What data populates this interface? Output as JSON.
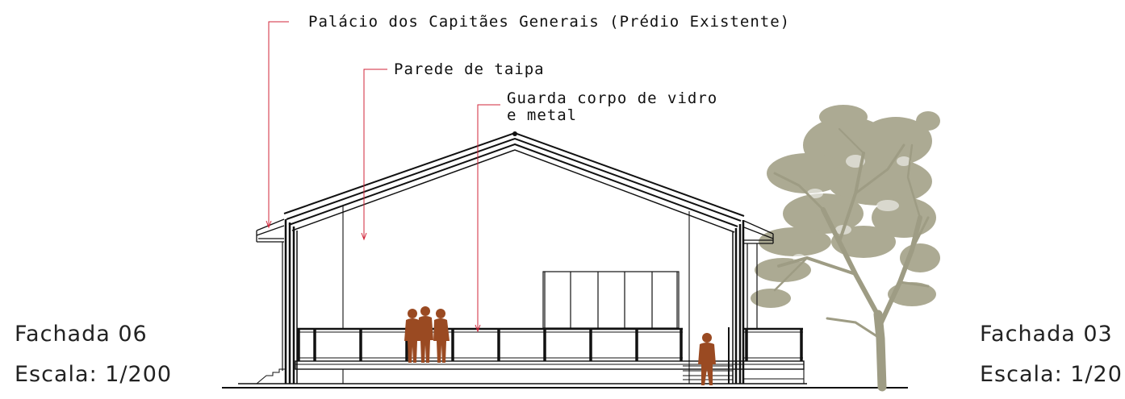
{
  "annotations": {
    "palace": "Palácio dos Capitães Generais (Prédio Existente)",
    "wall": "Parede de taipa",
    "railing_line1": "Guarda corpo de vidro",
    "railing_line2": "e metal"
  },
  "left_title": {
    "name": "Fachada 06",
    "scale": "Escala: 1/200"
  },
  "right_title": {
    "name": "Fachada 03",
    "scale": "Escala: 1/20"
  },
  "colors": {
    "leader": "#d1253a",
    "figure": "#9a4a22",
    "tree": "#a8a68e",
    "trunk": "#9e9c84",
    "line": "#111111"
  }
}
